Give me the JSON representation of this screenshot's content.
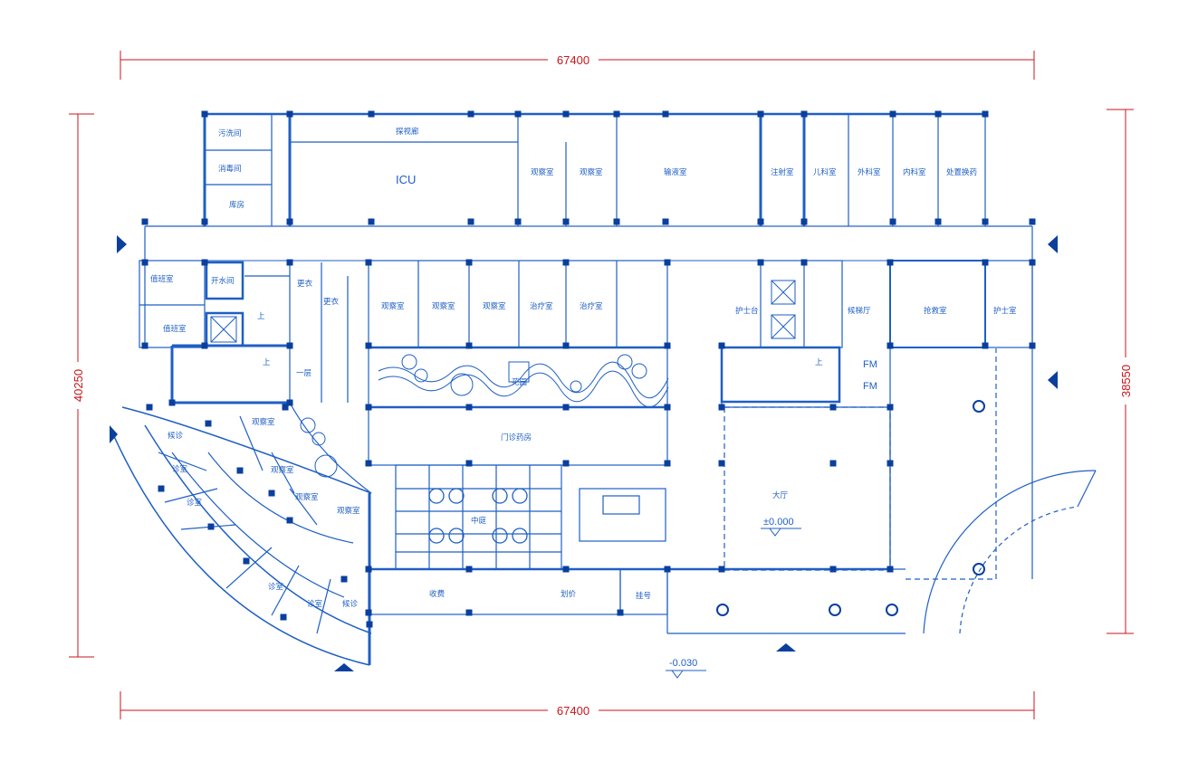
{
  "dimensions": {
    "top": "67400",
    "bottom": "67400",
    "left": "40250",
    "right": "38550"
  },
  "levels": {
    "hall": "±0.000",
    "exterior": "-0.030"
  },
  "rooms": {
    "sewage": "污洗间",
    "disinfection": "消毒间",
    "storage": "库房",
    "visiting_corridor": "探视廊",
    "icu": "ICU",
    "observation": "观察室",
    "infusion": "输液室",
    "injection": "注射室",
    "pediatrics": "儿科室",
    "surgery": "外科室",
    "internal": "内科室",
    "disposal": "处置换药",
    "duty": "值班室",
    "water": "开水间",
    "changing": "更衣",
    "treatment": "治疗室",
    "nurse_station": "护士台",
    "elevator_hall": "候梯厅",
    "rescue": "抢救室",
    "nurse_room": "护士室",
    "garden": "花园",
    "waiting": "候诊",
    "consult": "诊室",
    "pharmacy": "门诊药房",
    "lobby": "大厅",
    "atrium": "中庭",
    "charge": "收费",
    "pricing": "划价",
    "registration": "挂号",
    "up": "上",
    "fm": "FM",
    "stair": "一层"
  },
  "colors": {
    "wall": "#1f5fc4",
    "column": "#0a3f9e",
    "dimension": "#c8161d"
  }
}
